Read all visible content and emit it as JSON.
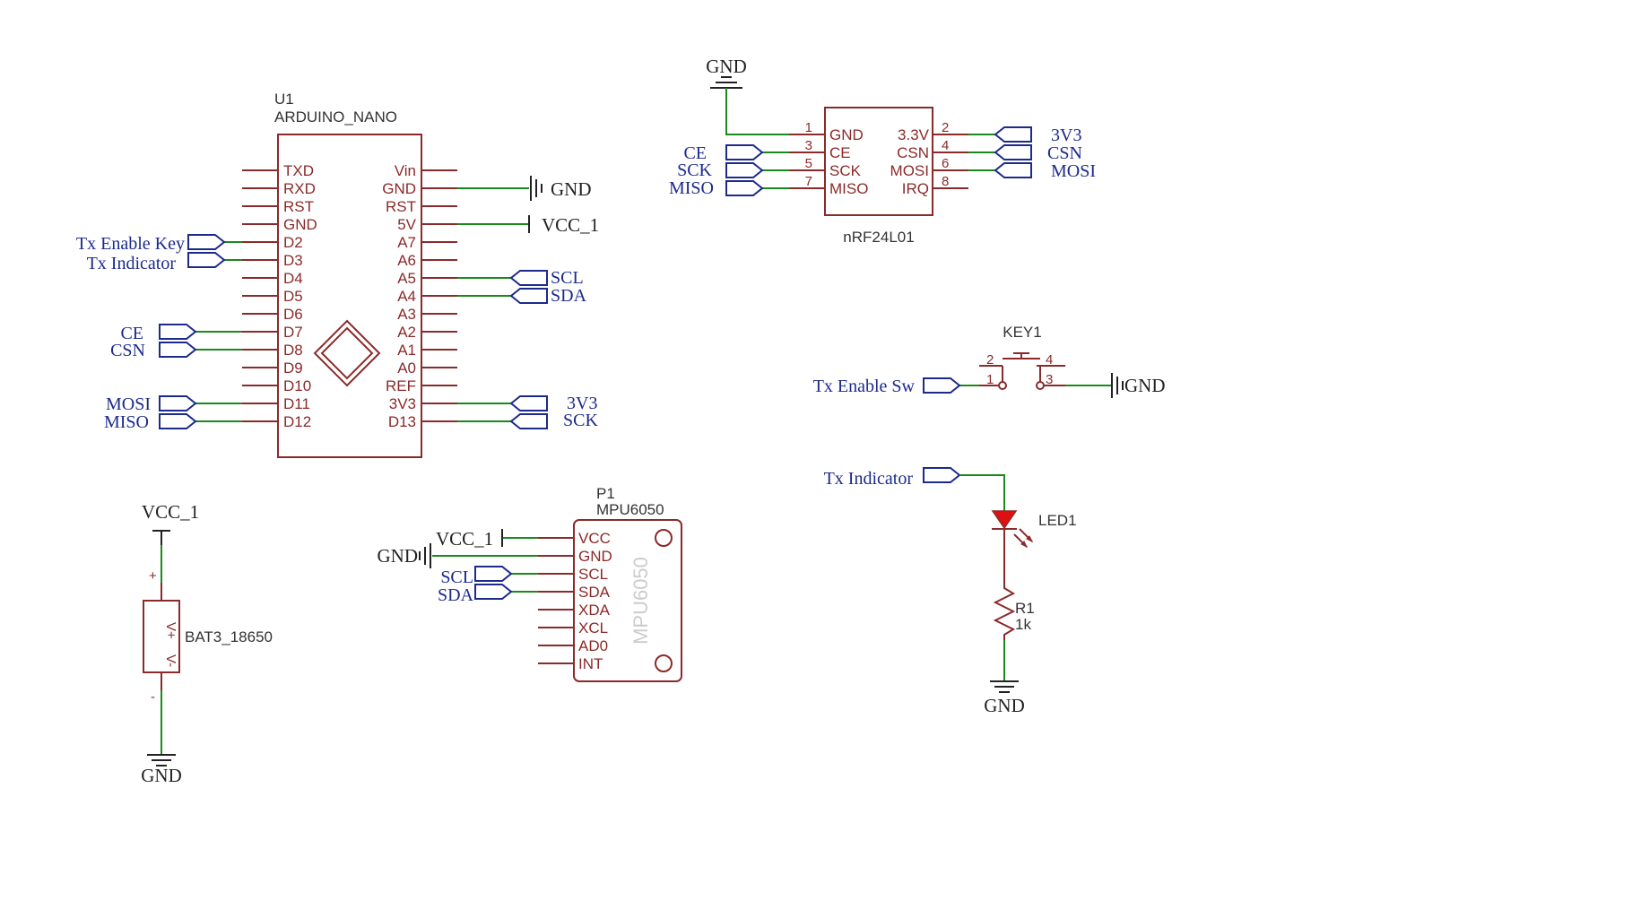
{
  "arduino": {
    "ref": "U1",
    "name": "ARDUINO_NANO",
    "left_pins": [
      "TXD",
      "RXD",
      "RST",
      "GND",
      "D2",
      "D3",
      "D4",
      "D5",
      "D6",
      "D7",
      "D8",
      "D9",
      "D10",
      "D11",
      "D12"
    ],
    "right_pins": [
      "Vin",
      "GND",
      "RST",
      "5V",
      "A7",
      "A6",
      "A5",
      "A4",
      "A3",
      "A2",
      "A1",
      "A0",
      "REF",
      "3V3",
      "D13"
    ]
  },
  "nrf": {
    "name": "nRF24L01",
    "left_pins": [
      {
        "num": "1",
        "label": "GND"
      },
      {
        "num": "3",
        "label": "CE"
      },
      {
        "num": "5",
        "label": "SCK"
      },
      {
        "num": "7",
        "label": "MISO"
      }
    ],
    "right_pins": [
      {
        "num": "2",
        "label": "3.3V"
      },
      {
        "num": "4",
        "label": "CSN"
      },
      {
        "num": "6",
        "label": "MOSI"
      },
      {
        "num": "8",
        "label": "IRQ"
      }
    ]
  },
  "mpu": {
    "ref": "P1",
    "name": "MPU6050",
    "watermark": "MPU6050",
    "pins": [
      "VCC",
      "GND",
      "SCL",
      "SDA",
      "XDA",
      "XCL",
      "AD0",
      "INT"
    ]
  },
  "key": {
    "ref": "KEY1",
    "pin2": "2",
    "pin4": "4",
    "pin1": "1",
    "pin3": "3"
  },
  "led": {
    "ref": "LED1"
  },
  "resistor": {
    "ref": "R1",
    "value": "1k"
  },
  "battery": {
    "name": "BAT3_18650",
    "plus": "+",
    "minus": "-",
    "vplus": "V+",
    "vminus": "V-"
  },
  "power": {
    "gnd": "GND",
    "vcc": "VCC_1"
  },
  "nets": {
    "tx_enable_key": "Tx Enable Key",
    "tx_indicator": "Tx Indicator",
    "tx_enable_sw": "Tx Enable Sw",
    "ce": "CE",
    "csn": "CSN",
    "mosi": "MOSI",
    "miso": "MISO",
    "sck": "SCK",
    "scl": "SCL",
    "sda": "SDA",
    "v3v3": "3V3"
  },
  "colors": {
    "component": "#8b2a2a",
    "wire": "#1a8a1a",
    "net_flag": "#1c2a8c",
    "led_fill": "#dd1111"
  }
}
